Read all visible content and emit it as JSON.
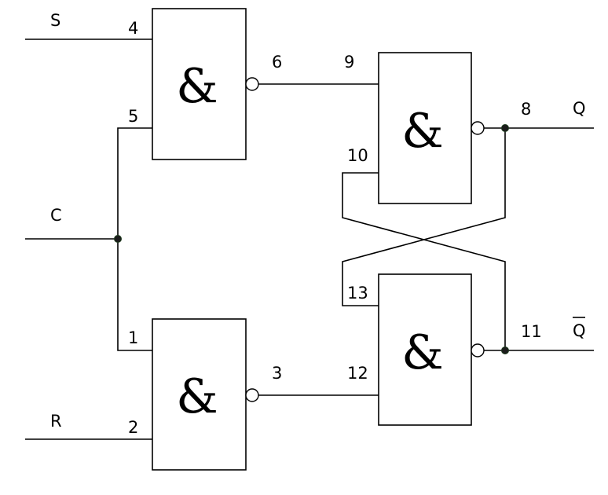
{
  "signals": {
    "s": "S",
    "c": "C",
    "r": "R",
    "q": "Q",
    "q_bar": "Q"
  },
  "gate_symbol": "&",
  "pins": {
    "p1": "1",
    "p2": "2",
    "p3": "3",
    "p4": "4",
    "p5": "5",
    "p6": "6",
    "p8": "8",
    "p9": "9",
    "p10": "10",
    "p11": "11",
    "p12": "12",
    "p13": "13"
  }
}
